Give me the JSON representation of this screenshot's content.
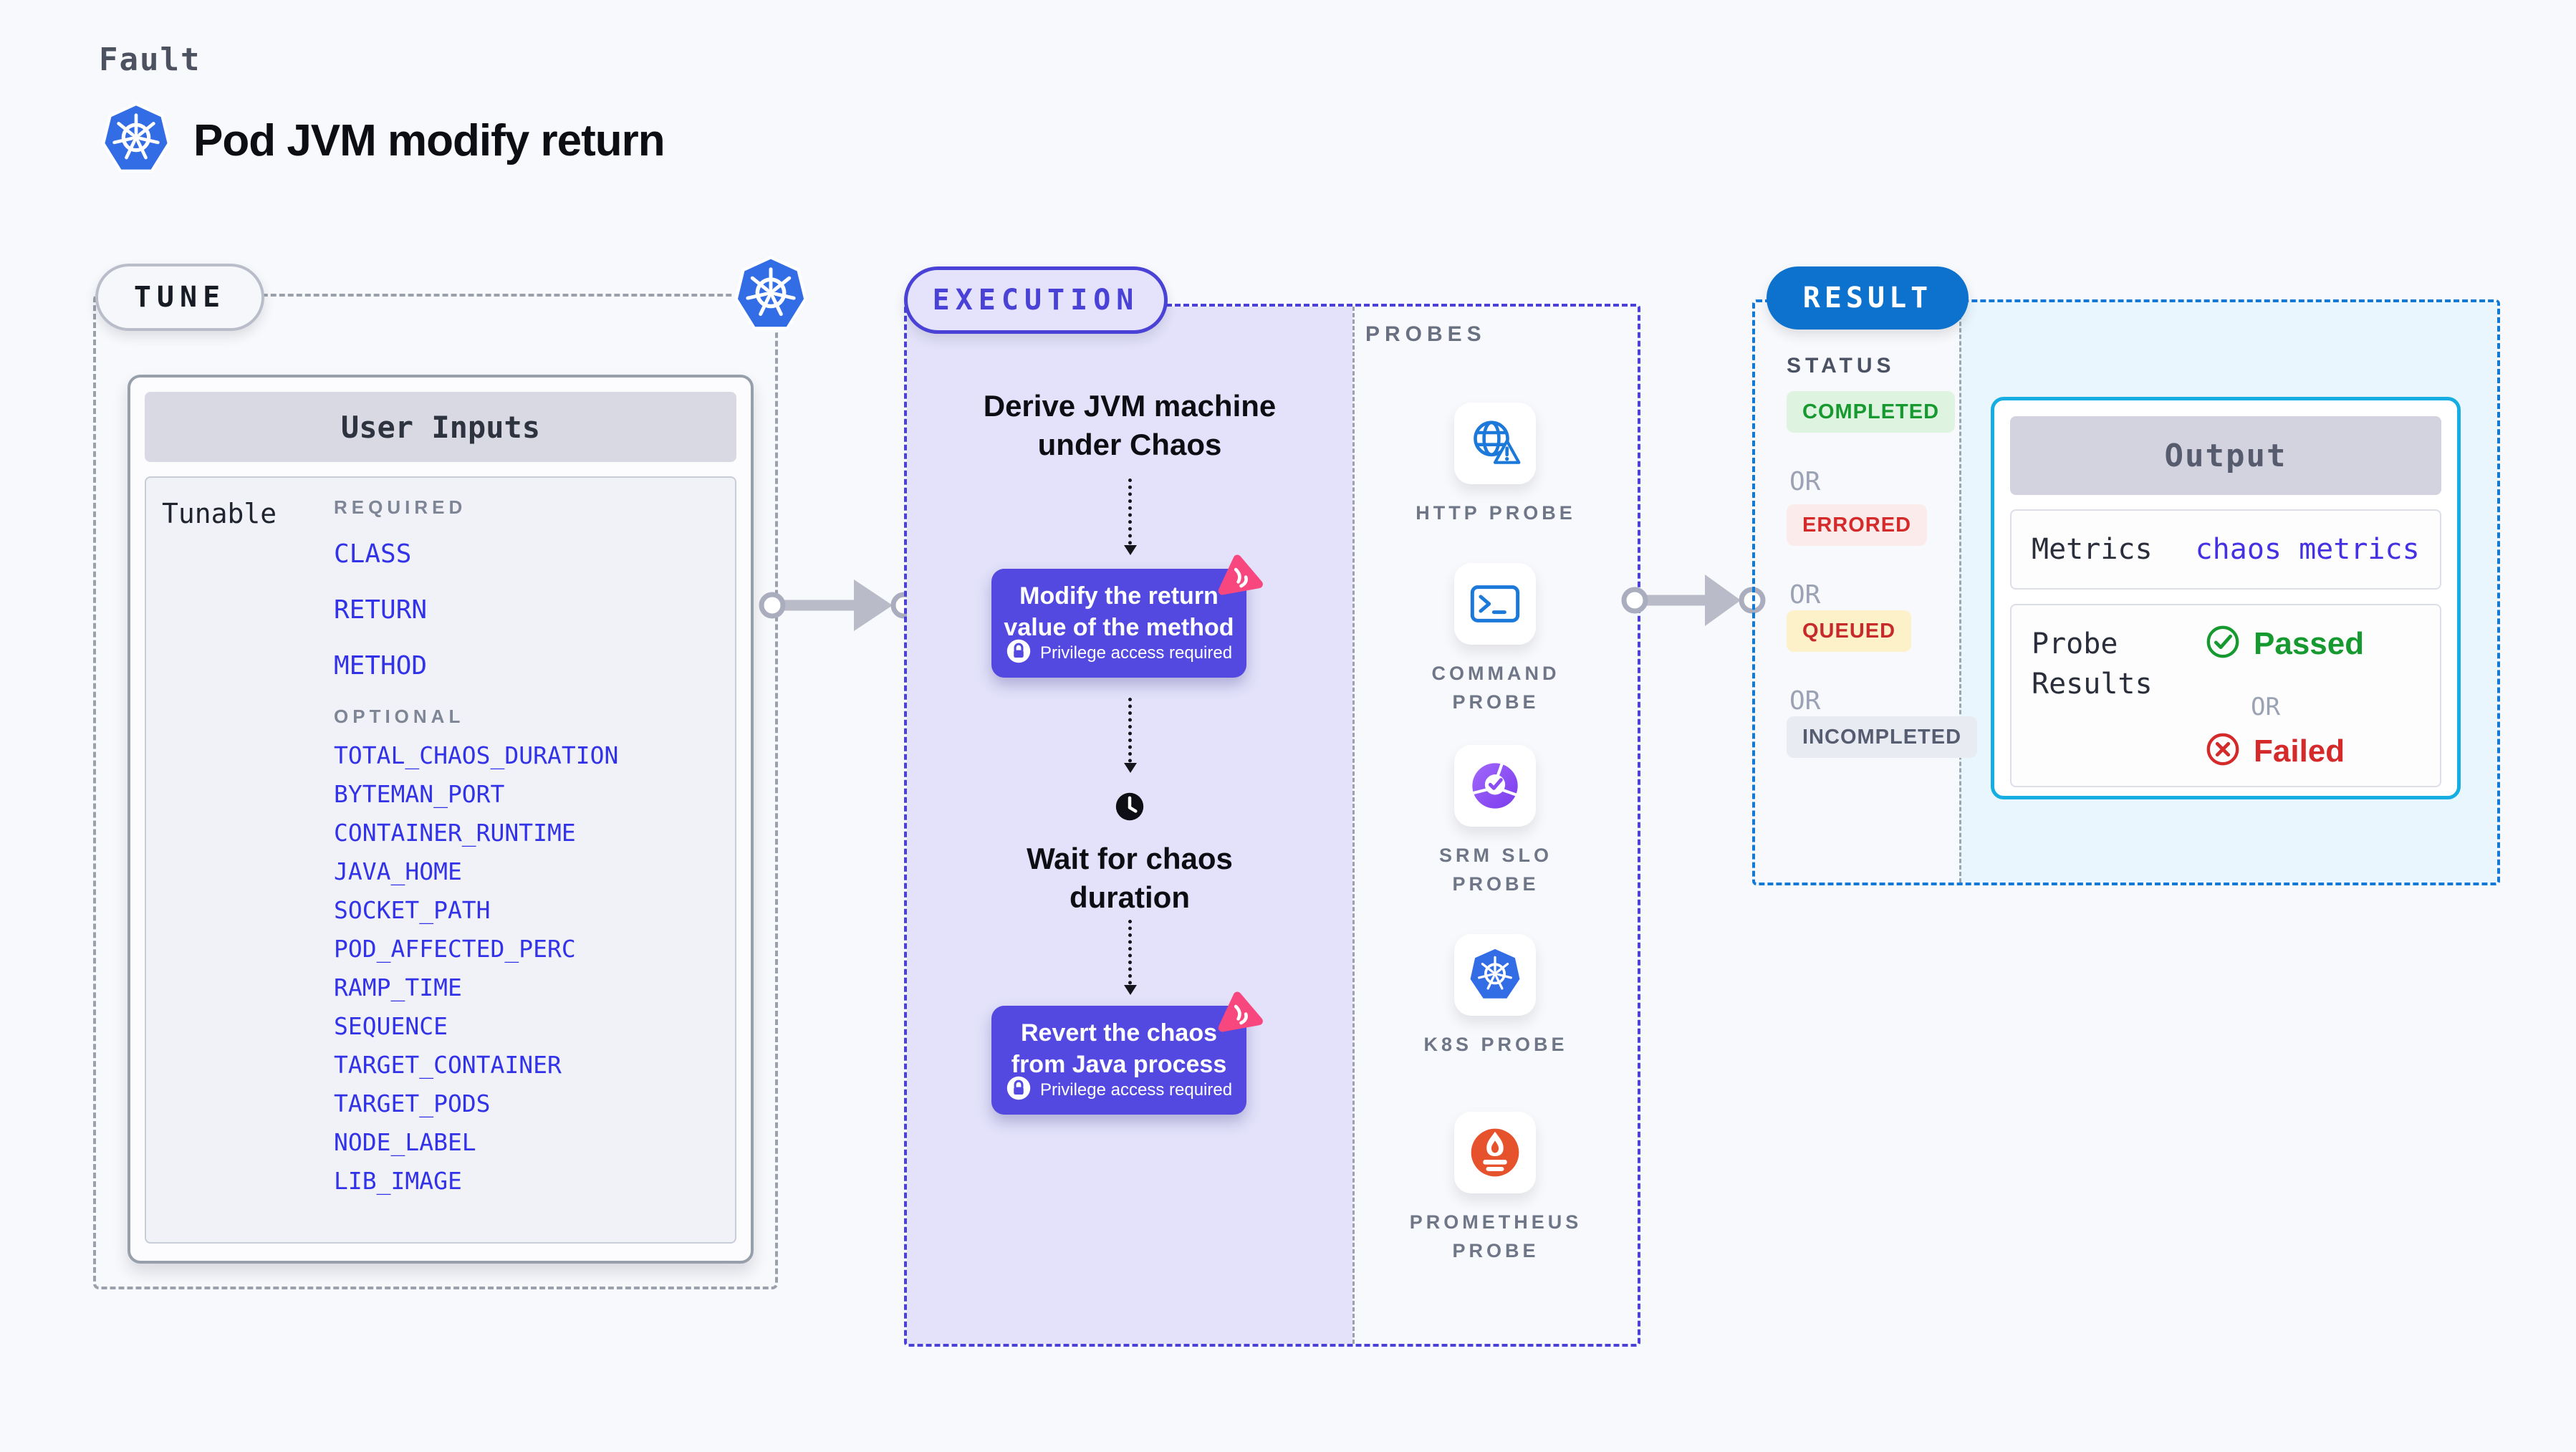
{
  "header": {
    "eyebrow": "Fault",
    "title": "Pod JVM modify return"
  },
  "tune": {
    "pill_label": "TUNE",
    "card_title": "User Inputs",
    "row_label": "Tunable",
    "required_label": "REQUIRED",
    "required_items": [
      "CLASS",
      "RETURN",
      "METHOD"
    ],
    "optional_label": "OPTIONAL",
    "optional_items": [
      "TOTAL_CHAOS_DURATION",
      "BYTEMAN_PORT",
      "CONTAINER_RUNTIME",
      "JAVA_HOME",
      "SOCKET_PATH",
      "POD_AFFECTED_PERC",
      "RAMP_TIME",
      "SEQUENCE",
      "TARGET_CONTAINER",
      "TARGET_PODS",
      "NODE_LABEL",
      "LIB_IMAGE"
    ]
  },
  "flow": {
    "execution_pill": "EXECUTION",
    "derive_line1": "Derive JVM machine",
    "derive_line2": "under Chaos",
    "modify_line1": "Modify the return",
    "modify_line2": "value of the method",
    "privilege_label": "Privilege access required",
    "wait_line1": "Wait for chaos",
    "wait_line2": "duration",
    "revert_line1": "Revert the chaos",
    "revert_line2": "from Java process"
  },
  "probes": {
    "label": "PROBES",
    "items": [
      "HTTP PROBE",
      "COMMAND PROBE",
      "SRM SLO PROBE",
      "K8S PROBE",
      "PROMETHEUS PROBE"
    ]
  },
  "result": {
    "pill_label": "RESULT",
    "status_label": "STATUS",
    "or_label": "OR",
    "statuses": [
      "COMPLETED",
      "ERRORED",
      "QUEUED",
      "INCOMPLETED"
    ],
    "output": {
      "title": "Output",
      "metrics_label": "Metrics",
      "metrics_value": "chaos metrics",
      "probe_results_line1": "Probe",
      "probe_results_line2": "Results",
      "passed_label": "Passed",
      "or_label": "OR",
      "failed_label": "Failed"
    }
  },
  "colors": {
    "accent_indigo": "#4a41d6",
    "step_purple": "#5349e1",
    "result_blue": "#0d72cd",
    "output_border_cyan": "#16ade3",
    "kubernetes_blue": "#326de6",
    "prometheus_orange": "#e6522c",
    "litmus_pink": "#f8477e",
    "passed_green": "#169a2f",
    "failed_red": "#d42a2a",
    "tunable_link_blue": "#3232e8",
    "probe_icon_blue": "#1c79d9"
  }
}
